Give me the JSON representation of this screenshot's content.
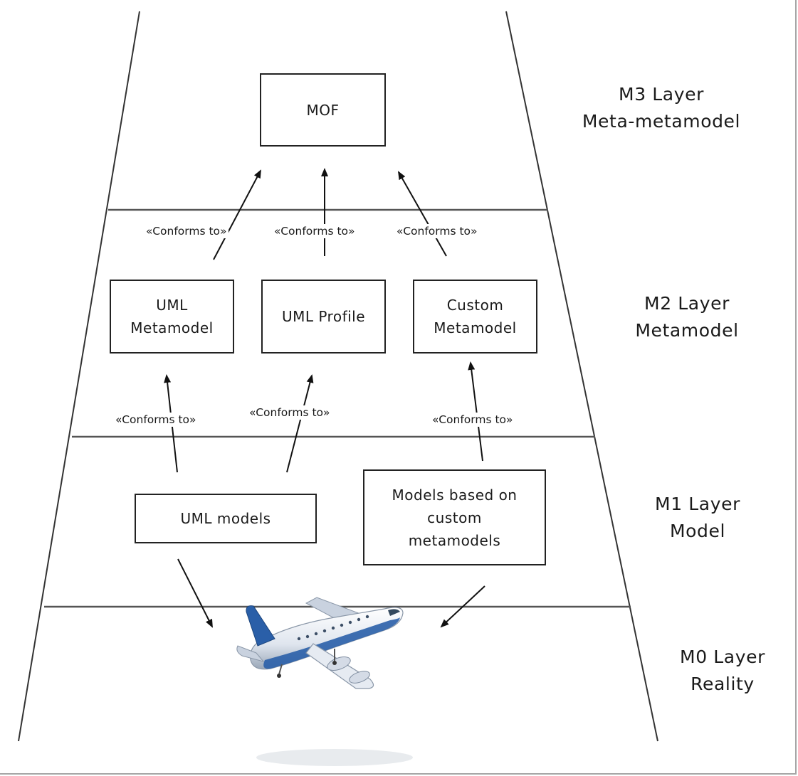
{
  "boxes": {
    "mof": "MOF",
    "uml_metamodel": "UML\nMetamodel",
    "uml_profile": "UML Profile",
    "custom_metamodel": "Custom\nMetamodel",
    "uml_models": "UML models",
    "custom_models": "Models based on\ncustom\nmetamodels"
  },
  "relations": {
    "m2_to_m3": [
      "«Conforms to»",
      "«Conforms to»",
      "«Conforms to»"
    ],
    "m1_to_m2": [
      "«Conforms to»",
      "«Conforms to»",
      "«Conforms to»"
    ]
  },
  "layers": {
    "m3": {
      "title": "M3 Layer",
      "subtitle": "Meta-metamodel"
    },
    "m2": {
      "title": "M2 Layer",
      "subtitle": "Metamodel"
    },
    "m1": {
      "title": "M1 Layer",
      "subtitle": "Model"
    },
    "m0": {
      "title": "M0 Layer",
      "subtitle": "Reality"
    }
  },
  "reality_image": "airplane",
  "colors": {
    "line": "#222222",
    "plane_body": "#eef1f5",
    "plane_accent": "#2a5fa8"
  }
}
